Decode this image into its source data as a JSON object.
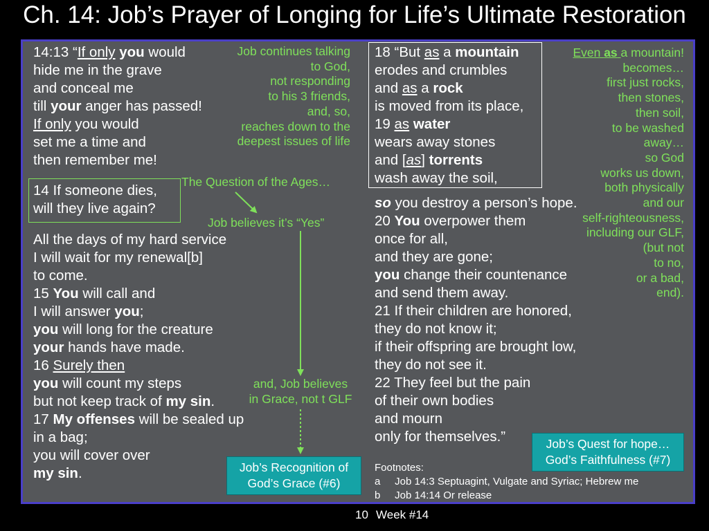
{
  "title": "Ch. 14:  Job’s Prayer of Longing for Life’s Ultimate Restoration",
  "left_column": {
    "verse_13": "14:13 “<u>If only</u> <b>you</b> would\nhide me in the grave\nand conceal me\ntill <b>your</b> anger has passed!\n<u>If only</u> you would\nset me a time and\nthen remember me!",
    "verse_14_box": "14 If someone dies,\nwill they live again?",
    "verses_14_17": "All the days of my hard service\nI will wait for my renewal[b]\nto come.\n15 <b>You</b> will call and\nI will answer <b>you</b>;\n<b>you</b> will long for the creature\n<b>your</b> hands have made.\n16 <u>Surely then</u>\n<b>you</b> will count my steps\nbut not keep track of <b>my sin</b>.\n17 <b>My offenses</b> will be sealed up\nin a bag;\nyou will cover over\n<b>my sin</b>."
  },
  "notes": {
    "job_continues": "Job continues talking\nto God,\nnot responding\nto his 3 friends,\nand, so,\nreaches down to the\ndeepest issues of life",
    "question_of_ages": "The Question of the Ages…",
    "job_believes_yes": "Job believes it’s “Yes”",
    "job_believes_grace": "and, Job believes\nin Grace, not t GLF",
    "even_as_mountain": "<u>Even <b>as</b> </u>a mountain!\nbecomes…\nfirst just rocks,\nthen stones,\nthen soil,\nto be washed\naway…\nso God\nworks us down,\nboth physically\nand our\nself-righteousness,\nincluding our GLF,\n(but not\nto no,\nor a bad,\nend)."
  },
  "right_column": {
    "verses_18_19_box": "18 “But <u>as</u> a <b>mountain</b>\nerodes and crumbles\nand <u>as</u> a <b>rock</b>\nis moved from its place,\n19 <u>as</u> <b>water</b>\nwears away stones\nand [<u><i>as</i></u>] <b>torrents</b>\nwash away the soil,",
    "verses_19_22": "<b><i>so</i></b> you destroy a person’s hope.\n20 <b>You</b> overpower them\nonce for all,\nand they are gone;\n<b>you</b> change their countenance\nand send them away.\n21 If their children are honored,\nthey do not know it;\nif their offspring are brought low,\nthey do not see it.\n22 They feel but the pain\nof their own bodies\nand mourn\nonly for themselves.”"
  },
  "callouts": {
    "grace": "Job’s Recognition of\nGod’s Grace (#6)",
    "quest": "Job’s Quest for hope…\nGod’s Faithfulness (#7)"
  },
  "footnotes": {
    "heading": "Footnotes:",
    "a": "a     Job 14:3 Septuagint, Vulgate and Syriac; Hebrew me",
    "b": "b     Job 14:14 Or release"
  },
  "footer": {
    "page_number": "10",
    "week": "Week #14"
  },
  "colors": {
    "slide_bg": "#55575a",
    "slide_border": "#4a3fc8",
    "annotation_green": "#7fe05a",
    "callout_teal": "#15a3a6"
  }
}
